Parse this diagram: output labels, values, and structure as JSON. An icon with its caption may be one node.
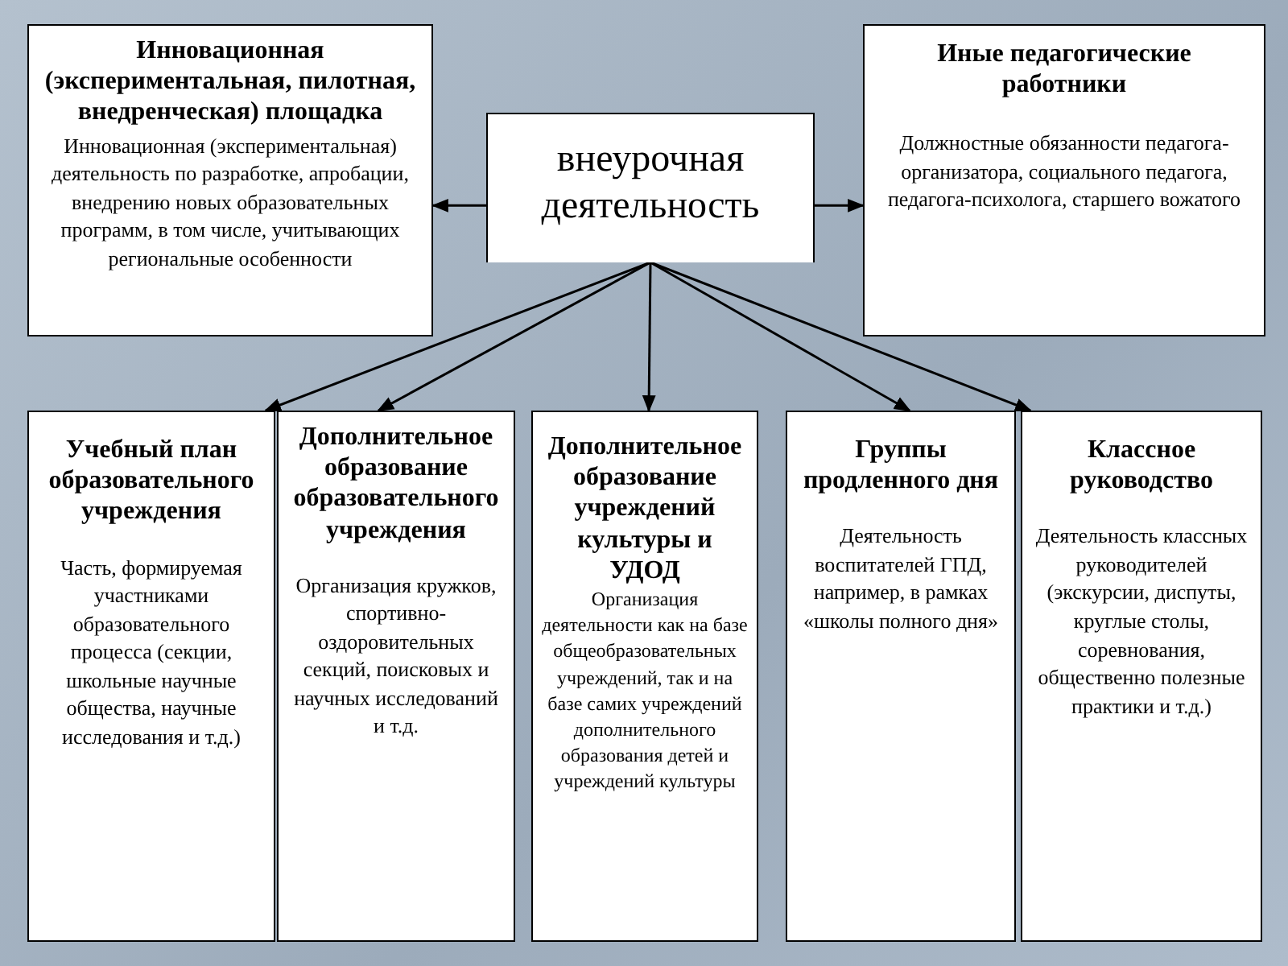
{
  "diagram": {
    "nodes": [
      {
        "text": [
          "Инновационная (экспериментальная, пилотная, внедренческая) площадка",
          "Инновационная (экспериментальная) деятельность по разработке, апробации, внедрению новых образовательных программ, в том числе, учитывающих региональные особенности"
        ]
      },
      {
        "text": [
          "внеурочная деятельность"
        ]
      },
      {
        "text": [
          "Иные педагогические работники",
          "Должностные обязанности педагога-организатора, социального педагога, педагога-психолога, старшего вожатого"
        ]
      },
      {
        "text": [
          "Учебный план образовательного учреждения",
          "Часть, формируемая участниками образовательного процесса (секции, школьные научные общества, научные исследования и т.д.)"
        ]
      },
      {
        "text": [
          "Дополнительное образование образовательного учреждения",
          "Организация кружков, спортивно-оздоровительных секций, поисковых и научных исследований и т.д."
        ]
      },
      {
        "text": [
          "Дополнительное образование учреждений культуры и УДОД",
          "Организация деятельности как на базе общеобразовательных учреждений, так и на базе самих учреждений дополнительного образования детей и учреждений культуры"
        ]
      },
      {
        "text": [
          "Группы продленного дня",
          "Деятельность воспитателей ГПД, например, в рамках «школы полного дня»"
        ]
      },
      {
        "text": [
          "Классное руководство",
          "Деятельность классных руководителей (экскурсии, диспуты, круглые столы, соревнования, общественно полезные практики и т.д.)"
        ]
      }
    ],
    "edges": [
      {
        "from": 1,
        "to": 0,
        "arrow": "to"
      },
      {
        "from": 1,
        "to": 2,
        "arrow": "to"
      },
      {
        "from": 1,
        "to": 3,
        "arrow": "to"
      },
      {
        "from": 1,
        "to": 4,
        "arrow": "to"
      },
      {
        "from": 1,
        "to": 5,
        "arrow": "to"
      },
      {
        "from": 1,
        "to": 6,
        "arrow": "to"
      },
      {
        "from": 1,
        "to": 7,
        "arrow": "to"
      }
    ]
  }
}
